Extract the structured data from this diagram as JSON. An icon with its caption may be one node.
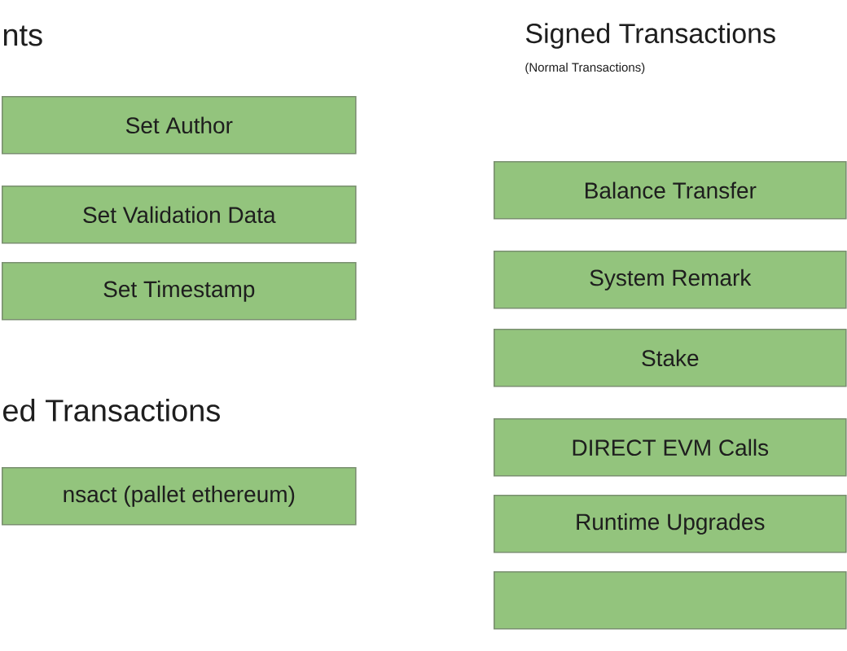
{
  "diagram": {
    "nodes": [
      {
        "text": [
          "Set Author"
        ]
      },
      {
        "text": [
          "Set Validation Data"
        ]
      },
      {
        "text": [
          "Set Timestamp"
        ]
      },
      {
        "text": [
          "nsact (pallet ethereum)"
        ]
      },
      {
        "text": [
          "Balance Transfer"
        ]
      },
      {
        "text": [
          "System Remark"
        ]
      },
      {
        "text": [
          "Stake"
        ]
      },
      {
        "text": [
          "DIRECT EVM Calls"
        ]
      },
      {
        "text": [
          "Runtime Upgrades"
        ]
      },
      {
        "text": [],
        "shape": "box"
      }
    ],
    "labels": [
      "nts",
      "ed Transactions",
      "Signed Transactions",
      "(Normal Transactions)"
    ]
  }
}
